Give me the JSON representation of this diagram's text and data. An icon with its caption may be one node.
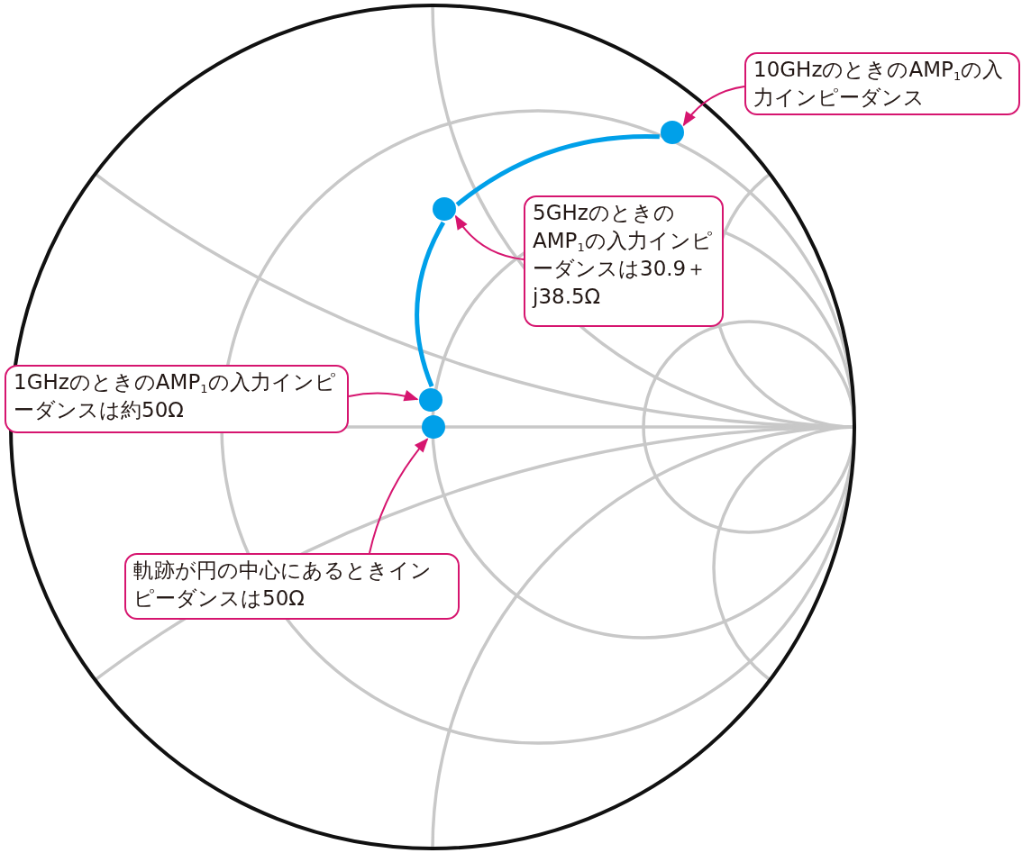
{
  "diagram": {
    "nodes": [
      {
        "text": [
          "10GHzのときのAMP$_{1}$の入力インピーダンス"
        ]
      },
      {
        "text": [],
        "shape": "circle"
      },
      {
        "text": [],
        "shape": "circle"
      },
      {
        "text": [
          "5GHzのときのAMP$_{1}$の入力インピーダンスは30.9＋j38.5Ω"
        ]
      },
      {
        "text": [
          "1GHzのときのAMP$_{1}$の入力インピーダンスは約50Ω"
        ]
      },
      {
        "text": [],
        "shape": "circle"
      },
      {
        "text": [],
        "shape": "circle"
      },
      {
        "text": [
          "軌跡が円の中心にあるときインピーダンスは50Ω"
        ]
      }
    ],
    "edges": [
      {
        "from": 0,
        "to": 1,
        "arrow": "to"
      },
      {
        "from": 3,
        "to": 2,
        "arrow": "to"
      },
      {
        "from": 4,
        "to": 5,
        "arrow": "to"
      },
      {
        "from": 7,
        "to": 6,
        "arrow": "to"
      },
      {
        "from": 5,
        "to": 2,
        "arrow": "none",
        "style": "thick",
        "color": "#00a0e9"
      },
      {
        "from": 2,
        "to": 1,
        "arrow": "none",
        "style": "thick",
        "color": "#00a0e9"
      }
    ]
  }
}
